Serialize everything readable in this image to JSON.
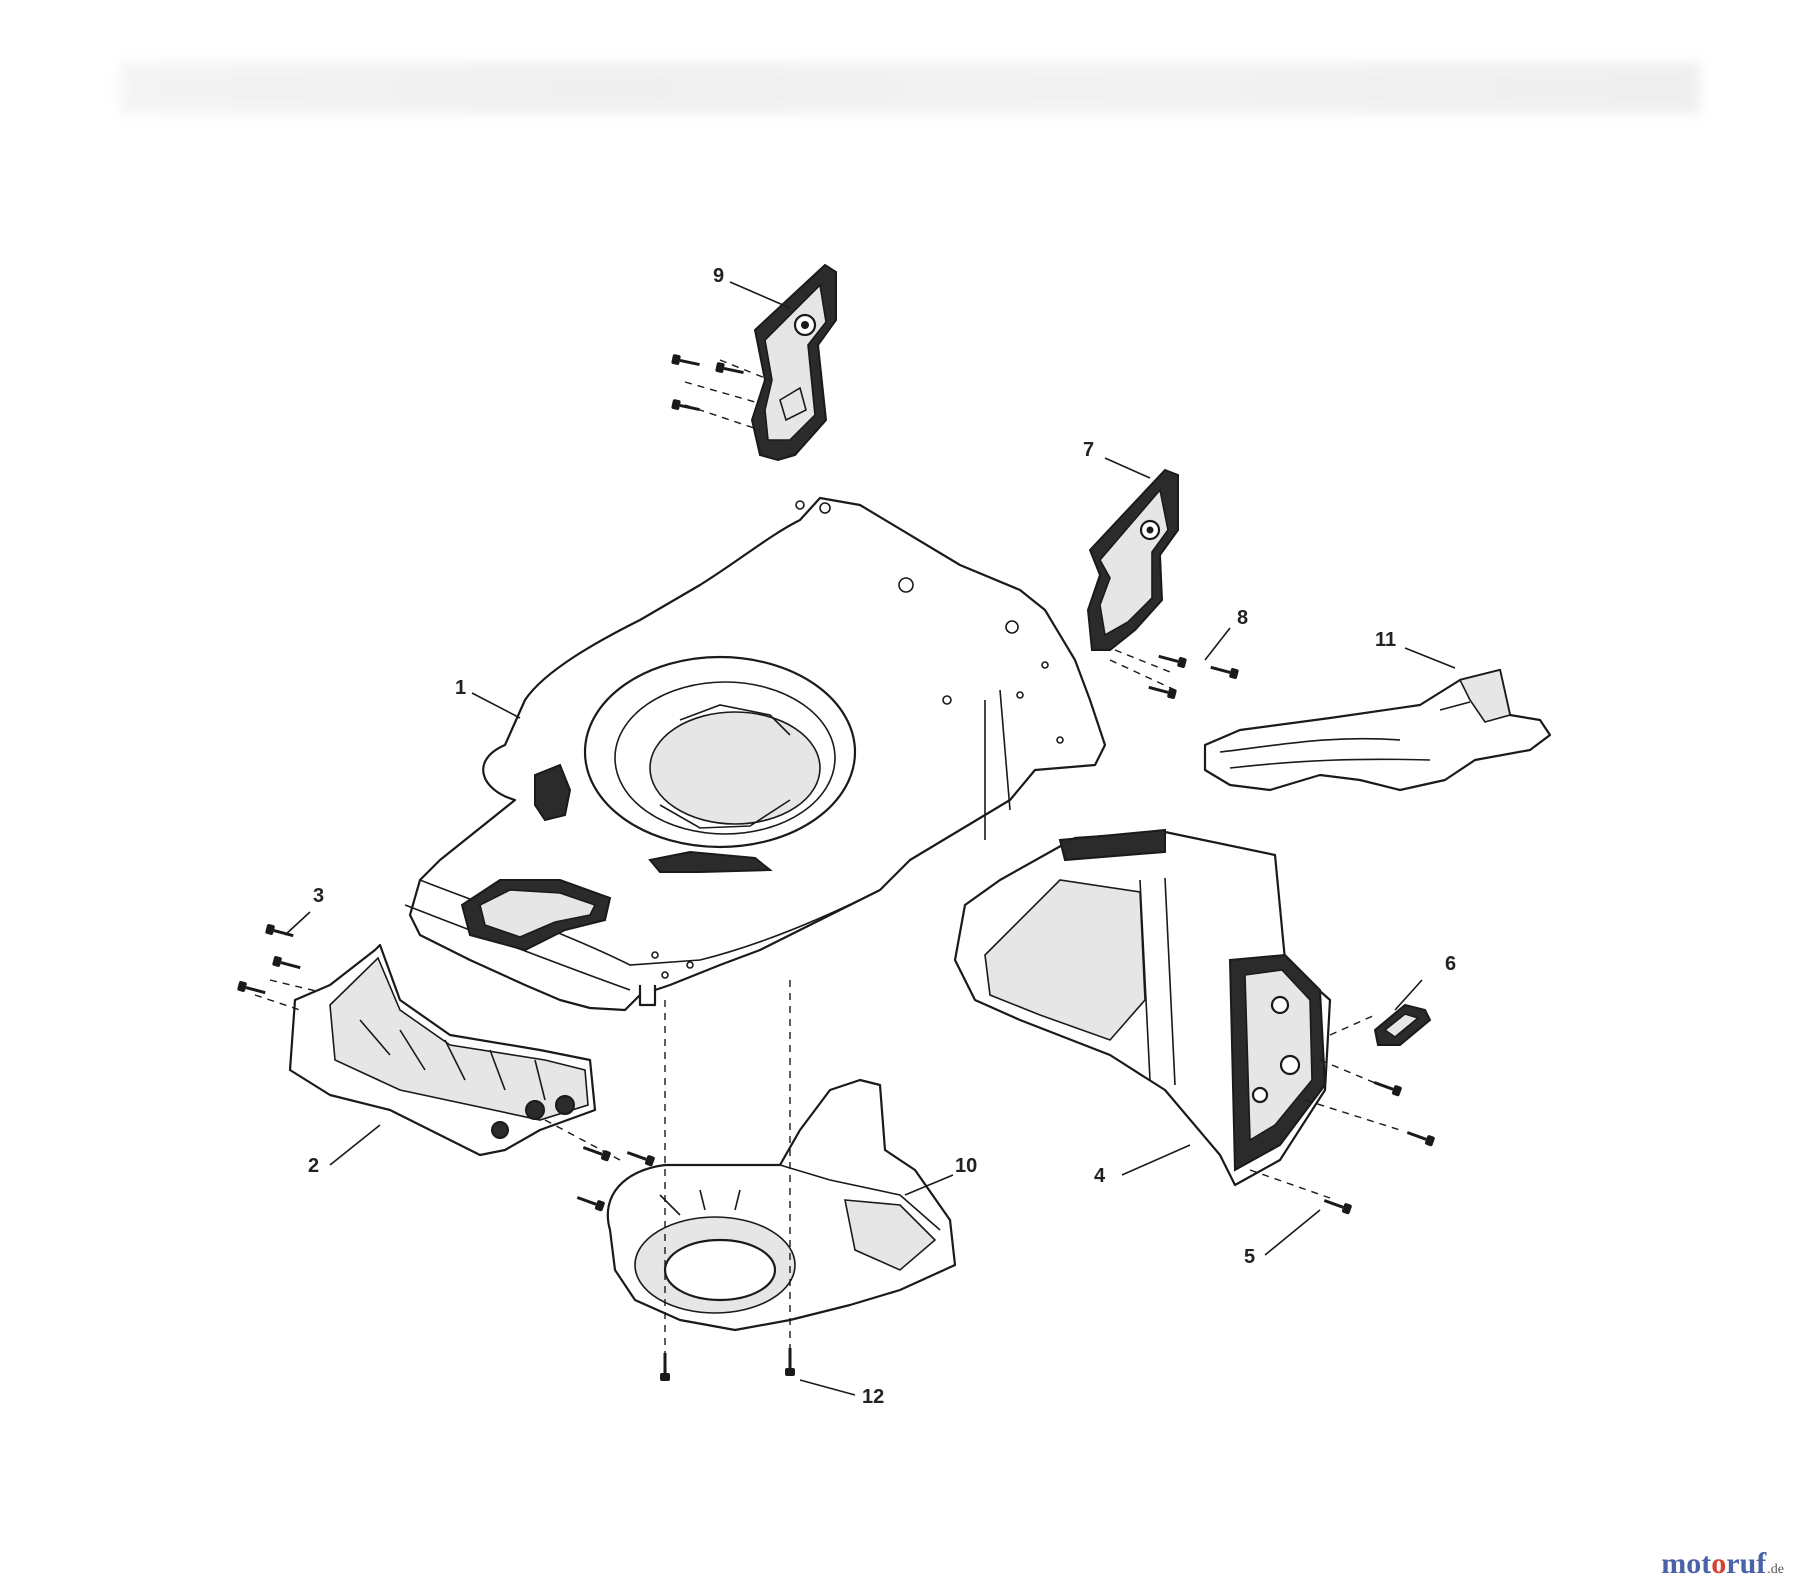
{
  "callouts": [
    "1",
    "2",
    "3",
    "4",
    "5",
    "6",
    "7",
    "8",
    "9",
    "10",
    "11",
    "12"
  ],
  "watermark": {
    "part1": "mot",
    "part2": "o",
    "part3": "ruf",
    "tld": ".de"
  },
  "icons": {
    "screw": "screw-icon"
  }
}
